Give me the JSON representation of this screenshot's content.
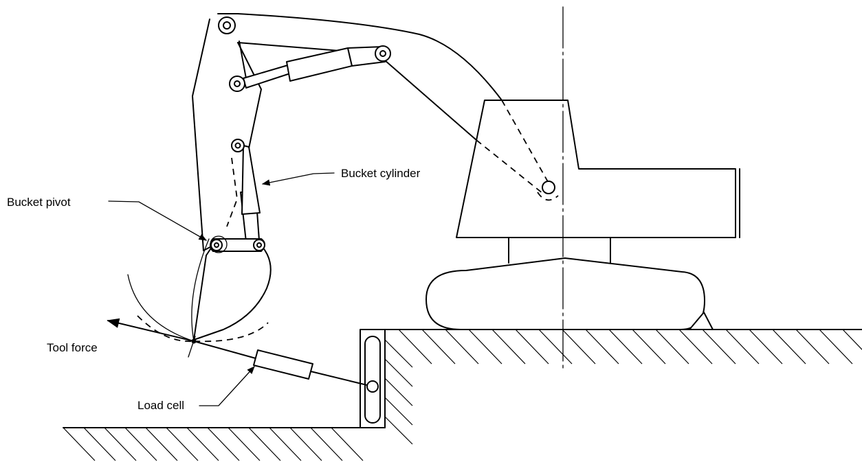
{
  "labels": {
    "bucket_cylinder": "Bucket cylinder",
    "bucket_pivot": "Bucket pivot",
    "tool_force": "Tool force",
    "load_cell": "Load cell"
  }
}
